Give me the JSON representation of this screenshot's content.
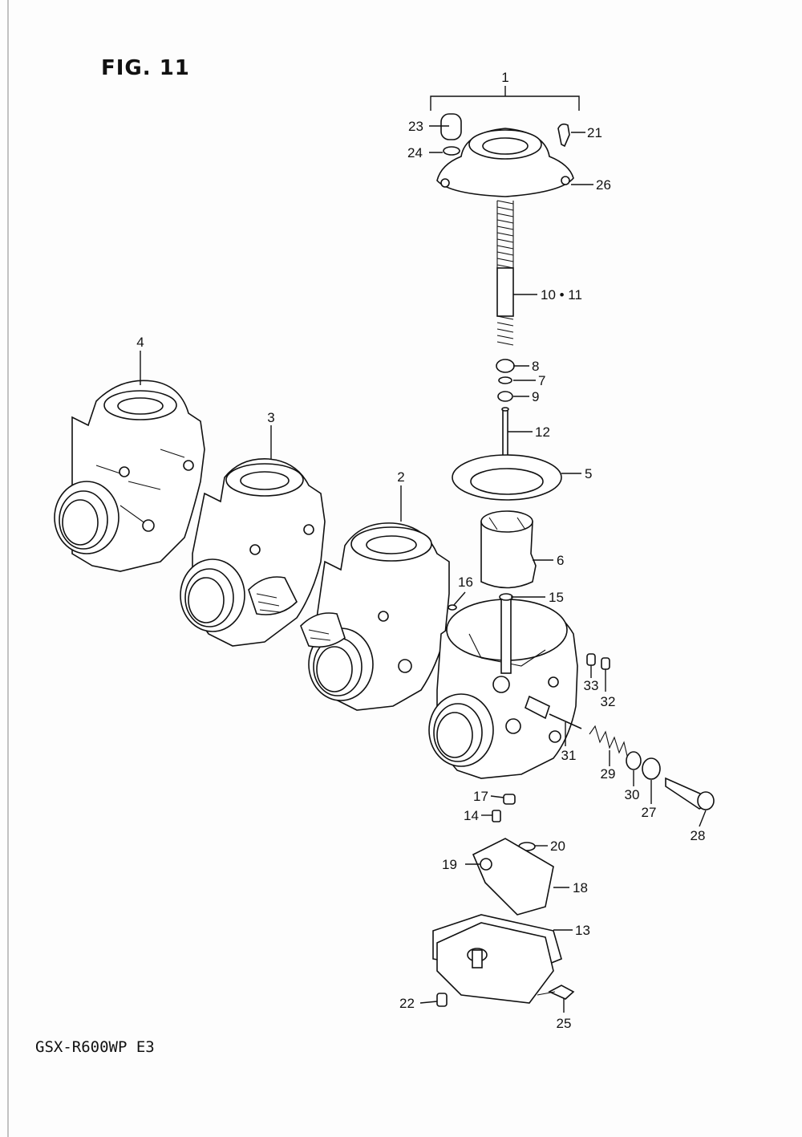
{
  "figure": {
    "title": "FIG. 11",
    "model": "GSX-R600WP  E3"
  },
  "callouts": {
    "c1": "1",
    "c2": "2",
    "c3": "3",
    "c4": "4",
    "c5": "5",
    "c6": "6",
    "c7": "7",
    "c8": "8",
    "c9": "9",
    "c10": "10 • 11",
    "c12": "12",
    "c13": "13",
    "c14": "14",
    "c15": "15",
    "c16": "16",
    "c17": "17",
    "c18": "18",
    "c19": "19",
    "c20": "20",
    "c21": "21",
    "c22": "22",
    "c23": "23",
    "c24": "24",
    "c25": "25",
    "c26": "26",
    "c27": "27",
    "c28": "28",
    "c29": "29",
    "c30": "30",
    "c31": "31",
    "c32": "32",
    "c33": "33"
  }
}
